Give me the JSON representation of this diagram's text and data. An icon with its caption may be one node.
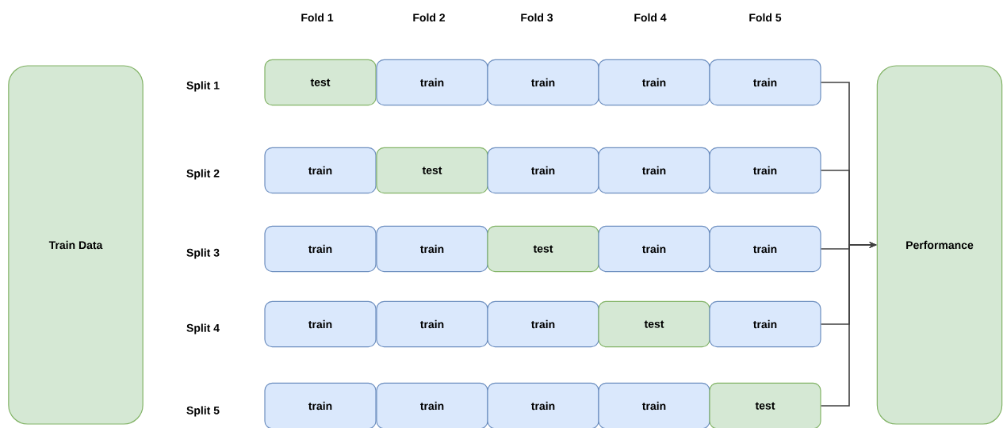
{
  "diagram": {
    "nodes": [
      {
        "text": [
          "Train Data"
        ]
      },
      {
        "text": [
          "test"
        ]
      },
      {
        "text": [
          "train"
        ]
      },
      {
        "text": [
          "train"
        ]
      },
      {
        "text": [
          "train"
        ]
      },
      {
        "text": [
          "train"
        ]
      },
      {
        "text": [
          "train"
        ]
      },
      {
        "text": [
          "test"
        ]
      },
      {
        "text": [
          "train"
        ]
      },
      {
        "text": [
          "train"
        ]
      },
      {
        "text": [
          "train"
        ]
      },
      {
        "text": [
          "train"
        ]
      },
      {
        "text": [
          "train"
        ]
      },
      {
        "text": [
          "test"
        ]
      },
      {
        "text": [
          "train"
        ]
      },
      {
        "text": [
          "train"
        ]
      },
      {
        "text": [
          "train"
        ]
      },
      {
        "text": [
          "train"
        ]
      },
      {
        "text": [
          "train"
        ]
      },
      {
        "text": [
          "test"
        ]
      },
      {
        "text": [
          "train"
        ]
      },
      {
        "text": [
          "train"
        ]
      },
      {
        "text": [
          "train"
        ]
      },
      {
        "text": [
          "train"
        ]
      },
      {
        "text": [
          "train"
        ]
      },
      {
        "text": [
          "test"
        ]
      },
      {
        "text": [
          "Performance"
        ]
      }
    ],
    "edges": [
      {
        "from": 5,
        "to": 26,
        "arrow": "to"
      },
      {
        "from": 10,
        "to": 26,
        "arrow": "to"
      },
      {
        "from": 15,
        "to": 26,
        "arrow": "to"
      },
      {
        "from": 20,
        "to": 26,
        "arrow": "to"
      },
      {
        "from": 25,
        "to": 26,
        "arrow": "to"
      }
    ],
    "labels": [
      "Fold 1",
      "Fold 2",
      "Fold 3",
      "Fold 4",
      "Fold 5",
      "Split 1",
      "Split 2",
      "Split 3",
      "Split 4",
      "Split 5"
    ]
  }
}
